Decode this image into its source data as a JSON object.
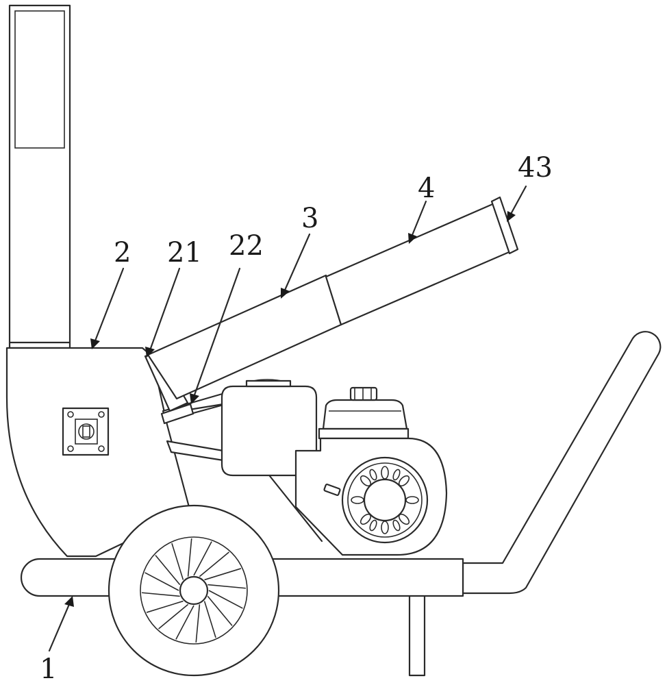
{
  "diagram": {
    "labels": {
      "base_frame": "1",
      "blower_housing": "2",
      "housing_outlet": "21",
      "support_bracket": "22",
      "inner_tube": "3",
      "outer_tube": "4",
      "nozzle_ring": "43"
    }
  }
}
